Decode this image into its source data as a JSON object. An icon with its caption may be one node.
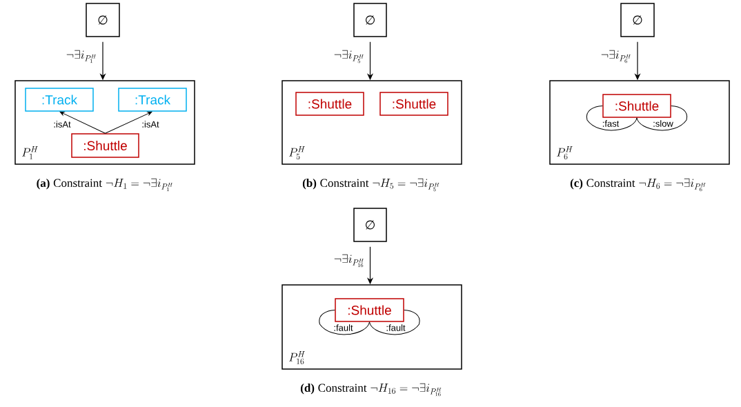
{
  "diagram": {
    "nodes": [
      {
        "text": [
          "∅"
        ]
      },
      {
        "text": [
          "P_1^H"
        ]
      },
      {
        "text": [
          ":Track"
        ],
        "in": 1
      },
      {
        "text": [
          ":Track"
        ],
        "in": 1
      },
      {
        "text": [
          ":Shuttle"
        ],
        "in": 1
      },
      {
        "text": [
          "∅"
        ]
      },
      {
        "text": [
          "P_5^H"
        ]
      },
      {
        "text": [
          ":Shuttle"
        ],
        "in": 6
      },
      {
        "text": [
          ":Shuttle"
        ],
        "in": 6
      },
      {
        "text": [
          "∅"
        ]
      },
      {
        "text": [
          "P_6^H"
        ]
      },
      {
        "text": [
          ":Shuttle"
        ],
        "in": 10
      },
      {
        "text": [
          "∅"
        ]
      },
      {
        "text": [
          "P_{16}^H"
        ]
      },
      {
        "text": [
          ":Shuttle"
        ],
        "in": 13
      }
    ],
    "edges": [
      {
        "from": 0,
        "to": 1,
        "arrow": "to",
        "label": "\\neg\\exists i_{P_1^H}"
      },
      {
        "from": 4,
        "to": 2,
        "arrow": "to",
        "label": ":isAt"
      },
      {
        "from": 4,
        "to": 3,
        "arrow": "to",
        "label": ":isAt"
      },
      {
        "from": 5,
        "to": 6,
        "arrow": "to",
        "label": "\\neg\\exists i_{P_5^H}"
      },
      {
        "from": 9,
        "to": 10,
        "arrow": "to",
        "label": "\\neg\\exists i_{P_6^H}"
      },
      {
        "from": 11,
        "to": 11,
        "arrow": "none",
        "label": ":fast"
      },
      {
        "from": 11,
        "to": 11,
        "arrow": "none",
        "label": ":slow"
      },
      {
        "from": 12,
        "to": 13,
        "arrow": "to",
        "label": "\\neg\\exists i_{P_{16}^H}"
      },
      {
        "from": 14,
        "to": 14,
        "arrow": "none",
        "label": ":fault"
      },
      {
        "from": 14,
        "to": 14,
        "arrow": "none",
        "label": ":fault"
      }
    ],
    "labels": [
      "(a)",
      "Constraint",
      "\\neg H_1 = \\neg\\exists i_{P_1^H}",
      "(b)",
      "Constraint",
      "\\neg H_5 = \\neg\\exists i_{P_5^H}",
      "(c)",
      "Constraint",
      "\\neg H_6 = \\neg\\exists i_{P_6^H}",
      "(d)",
      "Constraint",
      "\\neg H_{16} = \\neg\\exists i_{P_{16}^H}"
    ]
  }
}
